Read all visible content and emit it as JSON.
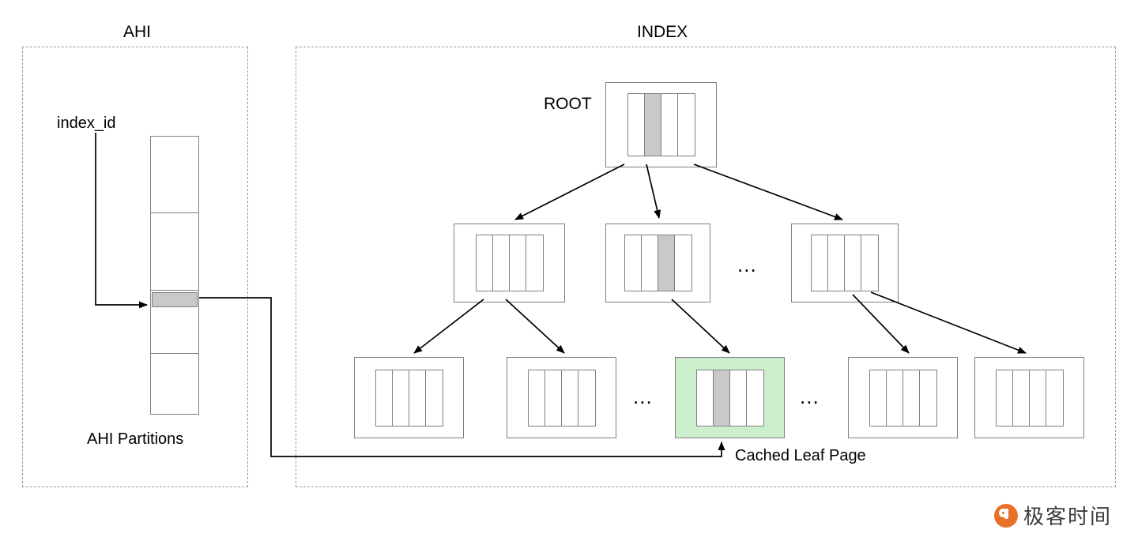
{
  "diagram": {
    "title_ahi": "AHI",
    "title_index": "INDEX",
    "label_index_id": "index_id",
    "label_ahi_partitions": "AHI Partitions",
    "label_root": "ROOT",
    "label_cached_leaf_page": "Cached Leaf Page",
    "ellipsis_mid": "...",
    "ellipsis_leaf_left": "...",
    "ellipsis_leaf_right": "...",
    "colors": {
      "highlight_cell": "#c9c9c9",
      "cached_page_bg": "#cdeecd",
      "node_border": "#808080",
      "group_border": "#9a9a9a",
      "arrow": "#000000",
      "text": "#000000",
      "watermark_orange": "#e8712a"
    },
    "ahi": {
      "partition_count": 4,
      "highlighted_partition_index": 3
    },
    "tree": {
      "root": {
        "cell_count": 4,
        "highlighted_cell": 2
      },
      "level2": [
        {
          "cell_count": 4,
          "highlighted_cell": 0
        },
        {
          "cell_count": 4,
          "highlighted_cell": 3
        },
        {
          "cell_count": 4,
          "highlighted_cell": 0
        }
      ],
      "leaves": [
        {
          "cell_count": 4,
          "highlighted_cell": 0,
          "cached": false
        },
        {
          "cell_count": 4,
          "highlighted_cell": 0,
          "cached": false
        },
        {
          "cell_count": 4,
          "highlighted_cell": 2,
          "cached": true
        },
        {
          "cell_count": 4,
          "highlighted_cell": 0,
          "cached": false
        },
        {
          "cell_count": 4,
          "highlighted_cell": 0,
          "cached": false
        }
      ]
    }
  },
  "watermark": {
    "text": "极客时间",
    "logo_name": "geektime-logo"
  }
}
